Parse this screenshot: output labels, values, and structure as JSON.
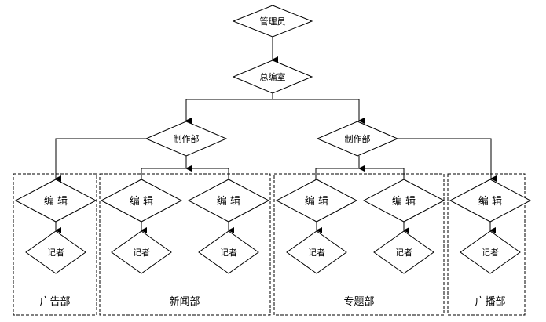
{
  "nodes": {
    "admin": "管理员",
    "chief_office": "总编室",
    "production_left": "制作部",
    "production_right": "制作部",
    "editor": "编  辑",
    "reporter": "记者"
  },
  "groups": [
    {
      "label": "广告部"
    },
    {
      "label": "新闻部"
    },
    {
      "label": "专题部"
    },
    {
      "label": "广播部"
    }
  ],
  "colors": {
    "stroke": "#000000",
    "background": "#ffffff"
  }
}
